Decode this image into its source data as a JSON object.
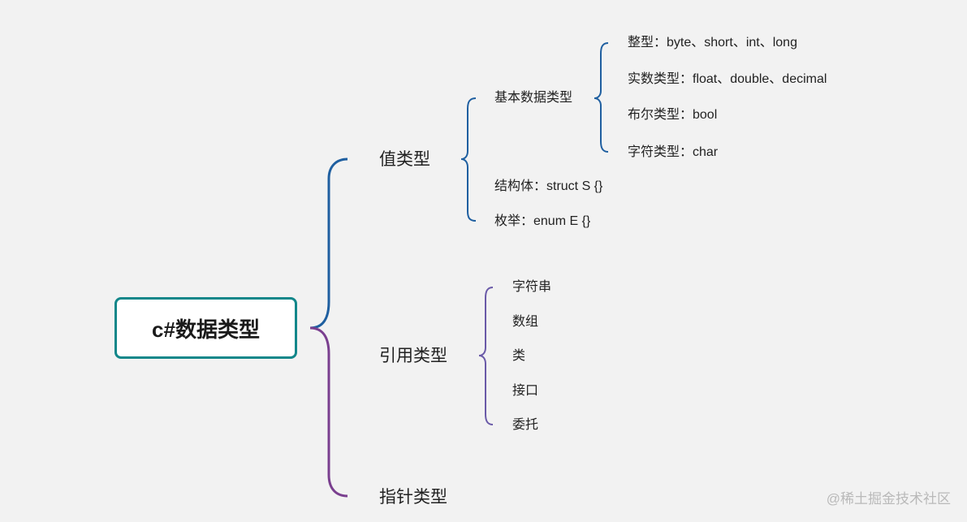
{
  "root": {
    "label": "c#数据类型"
  },
  "branches": {
    "value_type": {
      "label": "值类型",
      "basic": {
        "label": "基本数据类型",
        "items": [
          "整型：byte、short、int、long",
          "实数类型：float、double、decimal",
          "布尔类型：bool",
          "字符类型：char"
        ]
      },
      "struct": "结构体：struct S {}",
      "enum": "枚举：enum E {}"
    },
    "reference_type": {
      "label": "引用类型",
      "items": [
        "字符串",
        "数组",
        "类",
        "接口",
        "委托"
      ]
    },
    "pointer_type": {
      "label": "指针类型"
    }
  },
  "colors": {
    "root_border": "#12878a",
    "value_branch": "#1f5fa0",
    "reference_branch": "#7a3f8f",
    "reference_items": "#6a5aa8",
    "background": "#f2f2f2"
  },
  "watermark": "@稀土掘金技术社区"
}
